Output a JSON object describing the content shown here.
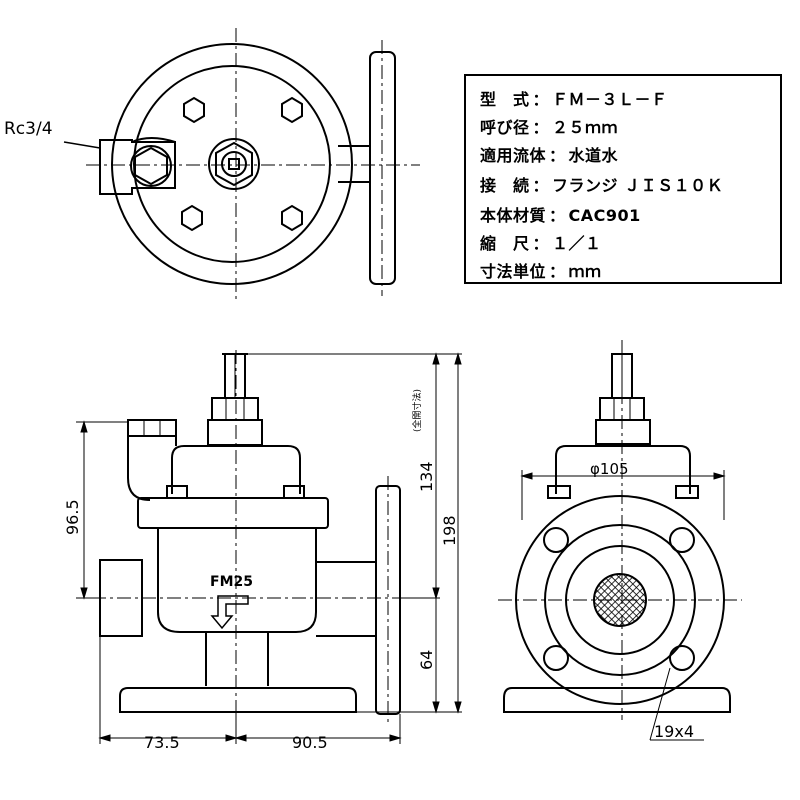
{
  "spec_table": {
    "rows": [
      {
        "label": "型　式",
        "value": "ＦＭ－３Ｌ－Ｆ"
      },
      {
        "label": "呼び径",
        "value": "２５ｍｍ"
      },
      {
        "label": "適用流体",
        "value": "水道水"
      },
      {
        "label": "接　続",
        "value": "フランジ ＪＩＳ１０Ｋ"
      },
      {
        "label": "本体材質",
        "value": "CAC901"
      },
      {
        "label": "縮　尺",
        "value": "１／１"
      },
      {
        "label": "寸法単位",
        "value": "ｍｍ"
      }
    ],
    "separator": "："
  },
  "labels": {
    "port": "Rc3/4",
    "body_mark": "FM25",
    "flange_dia": "φ105",
    "holes": "19x4",
    "full_open": "(全開寸法)"
  },
  "dimensions": {
    "d_96_5": "96.5",
    "d_134": "134",
    "d_198": "198",
    "d_64": "64",
    "d_73_5": "73.5",
    "d_90_5": "90.5"
  }
}
